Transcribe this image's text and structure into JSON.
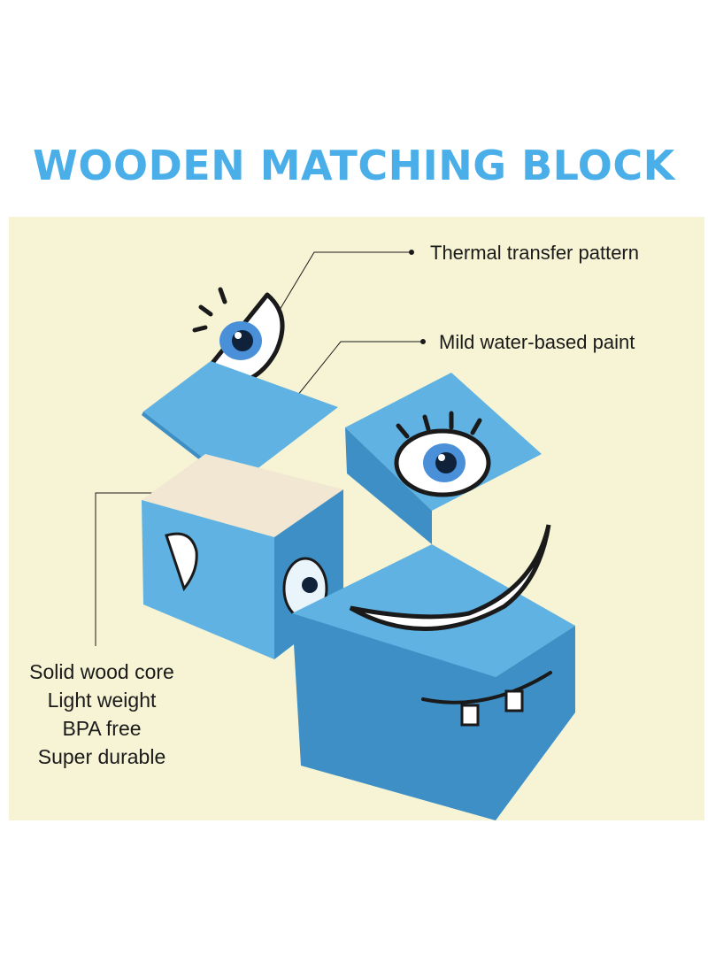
{
  "heading": "WOODEN MATCHING BLOCK",
  "callouts": {
    "thermal": "Thermal transfer pattern",
    "paint": "Mild water-based paint"
  },
  "features": [
    "Solid wood core",
    "Light weight",
    "BPA free",
    "Super durable"
  ],
  "colors": {
    "heading": "#4aaee8",
    "panel_bg": "#f6f4d4",
    "block_blue": "#5fb2e2",
    "block_blue_dark": "#3d8fc6",
    "wood": "#f1e7d2",
    "ink": "#1a1a1a"
  },
  "icons": [
    "eye-sticker-icon",
    "paint-square-icon",
    "wooden-cube-icon",
    "smile-face-icon"
  ]
}
